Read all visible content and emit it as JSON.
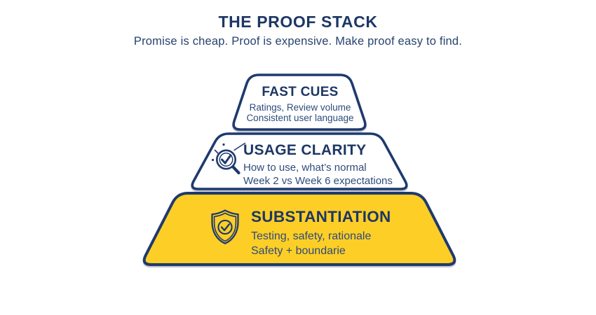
{
  "colors": {
    "navy_border": "#1E3A6E",
    "heading_navy": "#1D3765",
    "body_navy": "#2E4B7C",
    "yellow": "#FDCE26",
    "white": "#FFFFFF",
    "background": "#FFFFFF"
  },
  "header": {
    "title": "THE PROOF STACK",
    "subtitle": "Promise is cheap. Proof is expensive. Make proof easy to find."
  },
  "pyramid": {
    "levels": [
      {
        "name": "fast-cues",
        "heading": "FAST CUES",
        "lines": [
          "Ratings, Review volume",
          "Consistent user language"
        ],
        "fill": "#FFFFFF",
        "icon": "none"
      },
      {
        "name": "usage-clarity",
        "heading": "USAGE CLARITY",
        "lines": [
          "How to use, what’s normal",
          "Week 2 vs Week 6 expectations"
        ],
        "fill": "#FFFFFF",
        "icon": "magnifier-check-icon"
      },
      {
        "name": "substantiation",
        "heading": "SUBSTANTIATION",
        "lines": [
          "Testing, safety, rationale",
          "Safety + boundarie"
        ],
        "fill": "#FDCE26",
        "icon": "shield-check-icon"
      }
    ]
  }
}
